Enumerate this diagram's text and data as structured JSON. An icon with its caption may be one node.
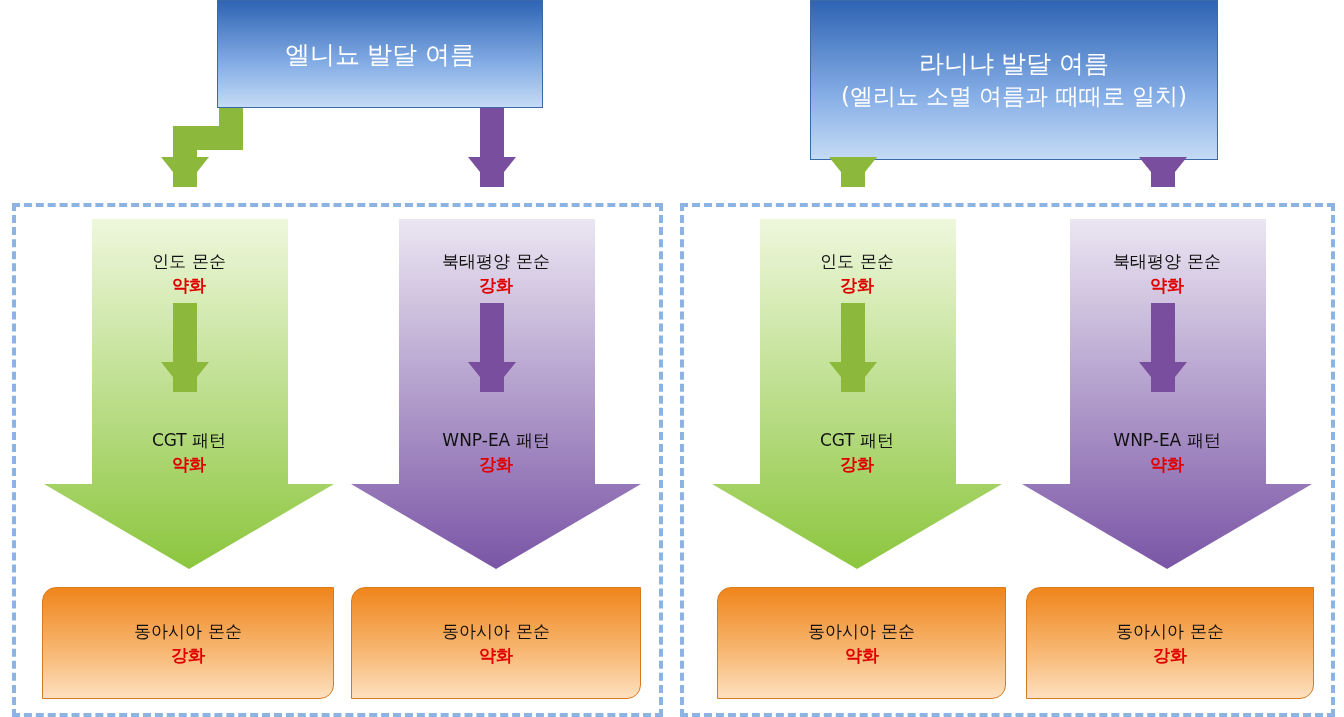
{
  "diagram": {
    "nodes": [
      {
        "text": [
          "엘니뇨 발달 여름"
        ]
      },
      {
        "text": [
          "라니냐 발달 여름",
          "(엘리뇨 소멸 여름과 때때로 일치)"
        ]
      },
      {
        "text": [],
        "shape": "box"
      },
      {
        "text": [],
        "shape": "arrow",
        "in": 2
      },
      {
        "text": [
          "인도 몬순",
          "약화"
        ],
        "in": 3
      },
      {
        "text": [
          "CGT 패턴",
          "약화"
        ],
        "in": 3
      },
      {
        "text": [],
        "shape": "arrow",
        "in": 2
      },
      {
        "text": [
          "북태평양 몬순",
          "강화"
        ],
        "in": 6
      },
      {
        "text": [
          "WNP-EA 패턴",
          "강화"
        ],
        "in": 6
      },
      {
        "text": [
          "동아시아 몬순",
          "강화"
        ],
        "in": 2
      },
      {
        "text": [
          "동아시아 몬순",
          "약화"
        ],
        "in": 2
      },
      {
        "text": [],
        "shape": "box"
      },
      {
        "text": [],
        "shape": "arrow",
        "in": 11
      },
      {
        "text": [
          "인도 몬순",
          "강화"
        ],
        "in": 12
      },
      {
        "text": [
          "CGT 패턴",
          "강화"
        ],
        "in": 12
      },
      {
        "text": [],
        "shape": "arrow",
        "in": 11
      },
      {
        "text": [
          "북태평양 몬순",
          "약화"
        ],
        "in": 15
      },
      {
        "text": [
          "WNP-EA 패턴",
          "약화"
        ],
        "in": 15
      },
      {
        "text": [
          "동아시아 몬순",
          "약화"
        ],
        "in": 11
      },
      {
        "text": [
          "동아시아 몬순",
          "강화"
        ],
        "in": 11
      }
    ],
    "edges": [
      {
        "from": 0,
        "to": 3,
        "arrow": "to",
        "color": "#8cb83c"
      },
      {
        "from": 0,
        "to": 6,
        "arrow": "to",
        "color": "#7a4e9e"
      },
      {
        "from": 4,
        "to": 5,
        "arrow": "to",
        "color": "#8cb83c"
      },
      {
        "from": 7,
        "to": 8,
        "arrow": "to",
        "color": "#7a4e9e"
      },
      {
        "from": 1,
        "to": 12,
        "arrow": "to",
        "color": "#8cb83c"
      },
      {
        "from": 1,
        "to": 15,
        "arrow": "to",
        "color": "#7a4e9e"
      },
      {
        "from": 13,
        "to": 14,
        "arrow": "to",
        "color": "#8cb83c"
      },
      {
        "from": 16,
        "to": 17,
        "arrow": "to",
        "color": "#7a4e9e"
      }
    ]
  }
}
